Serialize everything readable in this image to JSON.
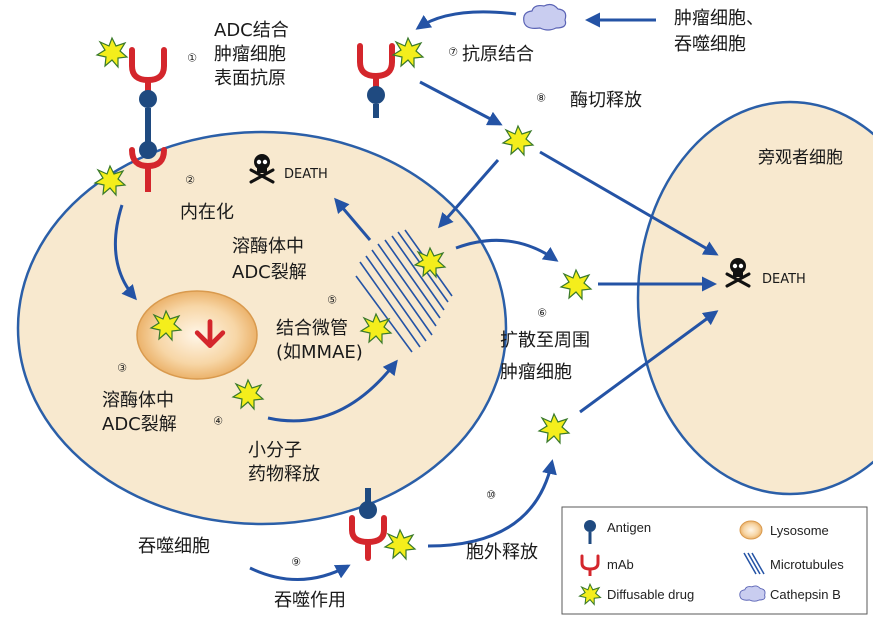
{
  "steps": {
    "s1": {
      "num": "①",
      "line1": "ADC结合",
      "line2": "肿瘤细胞",
      "line3": "表面抗原"
    },
    "s2": {
      "num": "②",
      "label": "内在化"
    },
    "s3": {
      "num": "③",
      "line1": "溶酶体中",
      "line2": "ADC裂解"
    },
    "s4": {
      "num": "④",
      "line1": "小分子",
      "line2": "药物释放"
    },
    "s5": {
      "num": "⑤",
      "top1": "溶酶体中",
      "top2": "ADC裂解",
      "line1": "结合微管",
      "line2": "(如MMAE)"
    },
    "s6": {
      "num": "⑥",
      "line1": "扩散至周围",
      "line2": "肿瘤细胞"
    },
    "s7": {
      "num": "⑦",
      "label": "抗原结合"
    },
    "s8": {
      "num": "⑧",
      "label": "酶切释放"
    },
    "s9": {
      "num": "⑨",
      "label": "吞噬作用",
      "cell": "吞噬细胞"
    },
    "s10": {
      "num": "⑩",
      "label": "胞外释放"
    }
  },
  "top_right": {
    "line1": "肿瘤细胞、",
    "line2": "吞噬细胞"
  },
  "bystander": "旁观者细胞",
  "death": {
    "left": "DEATH",
    "right": "DEATH"
  },
  "legend": {
    "antigen": "Antigen",
    "mab": "mAb",
    "drug": "Diffusable drug",
    "lysosome": "Lysosome",
    "microtubules": "Microtubules",
    "cathepsin": "Cathepsin B"
  },
  "colors": {
    "cell_fill": "#f8e9cf",
    "cell_stroke": "#2b5fa8",
    "arrow": "#2453a5",
    "antibody": "#d4262c",
    "antigen": "#1f4a80",
    "drug": "#f4ee1c",
    "lysosome": "#f4c98c"
  }
}
